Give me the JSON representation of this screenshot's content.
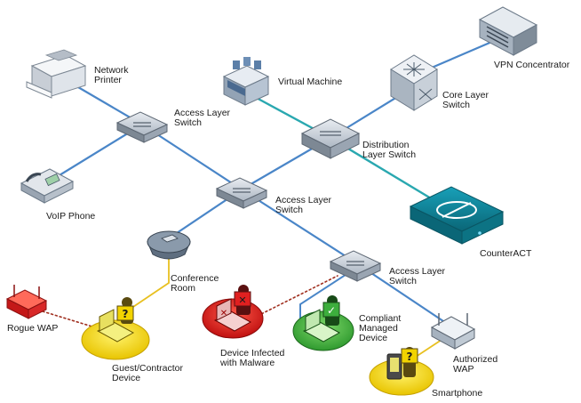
{
  "labels": {
    "network_printer": [
      "Network",
      "Printer"
    ],
    "virtual_machine": "Virtual Machine",
    "vpn_concentrator": "VPN Concentrator",
    "core_switch": [
      "Core Layer",
      "Switch"
    ],
    "access_switch_top": [
      "Access Layer",
      "Switch"
    ],
    "distribution_switch": [
      "Distribution",
      "Layer Switch"
    ],
    "voip_phone": "VoIP Phone",
    "access_switch_middle": [
      "Access Layer",
      "Switch"
    ],
    "counteract": "CounterACT",
    "conference_room": [
      "Conference",
      "Room"
    ],
    "access_switch_bottom": [
      "Access Layer",
      "Switch"
    ],
    "rogue_wap": "Rogue WAP",
    "device_infected": [
      "Device Infected",
      "with Malware"
    ],
    "compliant_device": [
      "Compliant",
      "Managed",
      "Device"
    ],
    "guest_device": [
      "Guest/Contractor",
      "Device"
    ],
    "authorized_wap": [
      "Authorized",
      "WAP"
    ],
    "smartphone": "Smartphone"
  },
  "icon_glyphs": {
    "unknown_mark": "?",
    "infected_mark": "✕",
    "compliant_mark": "✓"
  },
  "colors": {
    "link_blue": "#4a86c8",
    "link_teal": "#2aa8b0",
    "guest_link_yellow": "#e8c020",
    "rogue_link_red": "#a03020",
    "counteract_teal": "#0e7f95",
    "circle_yellow": "#f2d300",
    "circle_red": "#d81e1e",
    "circle_green": "#3dae3d"
  }
}
